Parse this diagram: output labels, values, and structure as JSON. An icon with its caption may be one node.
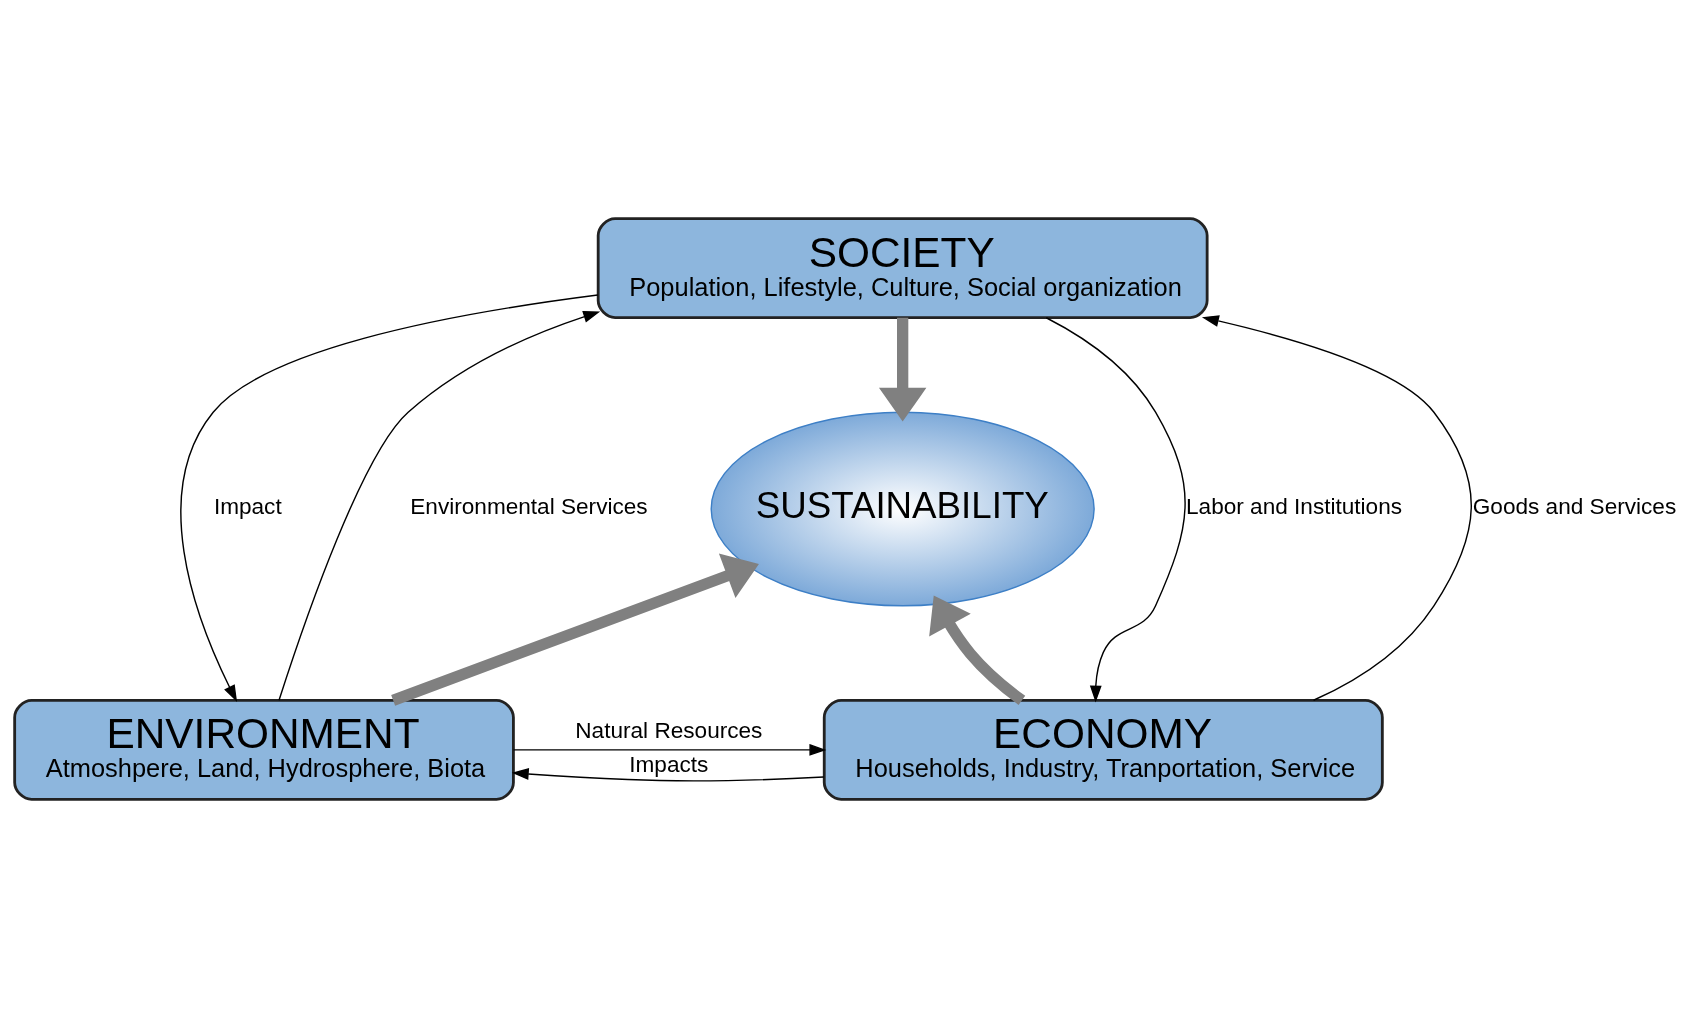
{
  "diagram": {
    "nodes": [
      {
        "text": [
          "SOCIETY",
          "Population, Lifestyle, Culture, Social organization"
        ]
      },
      {
        "text": [
          "SUSTAINABILITY"
        ]
      },
      {
        "text": [
          "ENVIRONMENT",
          "Atmoshpere, Land, Hydrosphere, Biota"
        ]
      },
      {
        "text": [
          "ECONOMY",
          "Households, Industry, Tranportation, Service"
        ]
      }
    ],
    "edges": [
      {
        "from": 0,
        "to": 1,
        "arrow": "to",
        "style": "thick",
        "color": "#808080"
      },
      {
        "from": 2,
        "to": 1,
        "arrow": "to",
        "style": "thick",
        "color": "#808080"
      },
      {
        "from": 3,
        "to": 1,
        "arrow": "to",
        "style": "thick",
        "color": "#808080"
      },
      {
        "from": 2,
        "to": 0,
        "arrow": "to",
        "label": "Environmental Services"
      },
      {
        "from": 0,
        "to": 2,
        "arrow": "to",
        "label": "Impact"
      },
      {
        "from": 0,
        "to": 3,
        "arrow": "to",
        "label": "Labor and Institutions"
      },
      {
        "from": 3,
        "to": 0,
        "arrow": "to",
        "label": "Goods and Services"
      },
      {
        "from": 2,
        "to": 3,
        "arrow": "to",
        "label": "Natural Resources"
      },
      {
        "from": 3,
        "to": 2,
        "arrow": "to",
        "label": "Impacts"
      }
    ]
  }
}
